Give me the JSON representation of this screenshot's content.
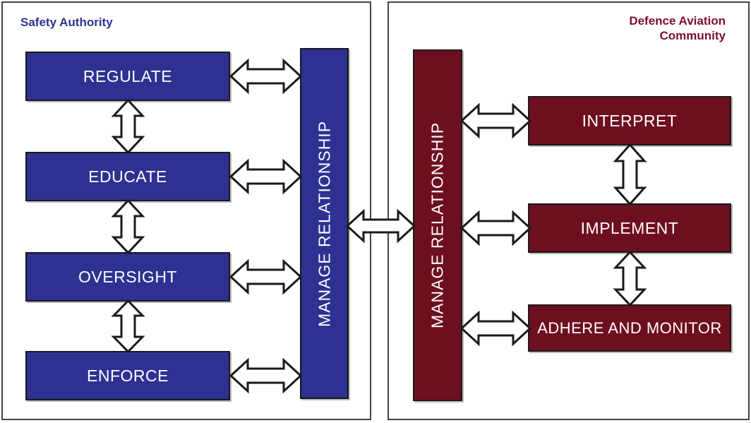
{
  "diagram": {
    "title_left": "Safety Authority",
    "title_right": "Defence Aviation\nCommunity",
    "colors": {
      "blue": "#2e3192",
      "red": "#6e0f20",
      "outline": "#1a1a1a",
      "panel_border": "#444444",
      "background": "#ffffff",
      "text_on_fill": "#ffffff"
    }
  },
  "left_panel": {
    "name": "Safety Authority",
    "title": "Safety Authority",
    "boxes": [
      {
        "id": "regulate",
        "label": "REGULATE"
      },
      {
        "id": "educate",
        "label": "EDUCATE"
      },
      {
        "id": "oversight",
        "label": "OVERSIGHT"
      },
      {
        "id": "enforce",
        "label": "ENFORCE"
      }
    ],
    "bar": {
      "label": "MANAGE  RELATIONSHIP"
    }
  },
  "right_panel": {
    "name": "Defence Aviation Community",
    "title": "Defence Aviation\nCommunity",
    "boxes": [
      {
        "id": "interpret",
        "label": "INTERPRET"
      },
      {
        "id": "implement",
        "label": "IMPLEMENT"
      },
      {
        "id": "adhere",
        "label": "ADHERE AND MONITOR"
      }
    ],
    "bar": {
      "label": "MANAGE  RELATIONSHIP"
    }
  },
  "connections": {
    "horizontal": [
      {
        "id": "regulate-bar",
        "from": "REGULATE",
        "to": "MANAGE  RELATIONSHIP",
        "style": "double-headed"
      },
      {
        "id": "educate-bar",
        "from": "EDUCATE",
        "to": "MANAGE  RELATIONSHIP",
        "style": "double-headed"
      },
      {
        "id": "oversight-bar",
        "from": "OVERSIGHT",
        "to": "MANAGE  RELATIONSHIP",
        "style": "double-headed"
      },
      {
        "id": "enforce-bar",
        "from": "ENFORCE",
        "to": "MANAGE  RELATIONSHIP",
        "style": "double-headed"
      },
      {
        "id": "bar-bar",
        "from": "MANAGE  RELATIONSHIP",
        "to": "MANAGE  RELATIONSHIP",
        "style": "double-headed"
      },
      {
        "id": "bar-interpret",
        "from": "MANAGE  RELATIONSHIP",
        "to": "INTERPRET",
        "style": "double-headed"
      },
      {
        "id": "bar-implement",
        "from": "MANAGE  RELATIONSHIP",
        "to": "IMPLEMENT",
        "style": "double-headed"
      },
      {
        "id": "bar-adhere",
        "from": "MANAGE  RELATIONSHIP",
        "to": "ADHERE AND MONITOR",
        "style": "double-headed"
      }
    ],
    "vertical": [
      {
        "id": "regulate-educate",
        "from": "REGULATE",
        "to": "EDUCATE",
        "style": "double-headed"
      },
      {
        "id": "educate-oversight",
        "from": "EDUCATE",
        "to": "OVERSIGHT",
        "style": "double-headed"
      },
      {
        "id": "oversight-enforce",
        "from": "OVERSIGHT",
        "to": "ENFORCE",
        "style": "double-headed"
      },
      {
        "id": "interpret-implement",
        "from": "INTERPRET",
        "to": "IMPLEMENT",
        "style": "double-headed"
      },
      {
        "id": "implement-adhere",
        "from": "IMPLEMENT",
        "to": "ADHERE AND MONITOR",
        "style": "double-headed"
      }
    ]
  }
}
